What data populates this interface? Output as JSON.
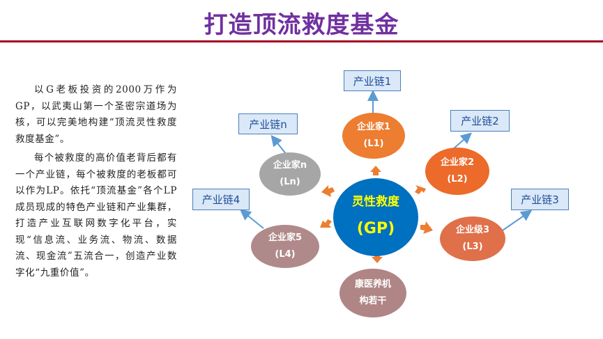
{
  "title": "打造顶流救度基金",
  "description": {
    "paragraph1": "以G老板投资的2000万作为GP，以武夷山第一个圣密宗道场为核，可以完美地构建“顶流灵性救度救度基金”。",
    "paragraph2": "每个被救度的高价值老背后都有一个产业链，每个被救度的老板都可以作为LP。依托“顶流基金”各个LP成员现成的特色产业链和产业集群，打造产业互联网数字化平台，实现“信息流、业务流、物流、数据流、现金流”五流合一，创造产业数字化“九重价值”。"
  },
  "center": {
    "line1": "灵性救度",
    "line2": "(GP)",
    "color": "#0070c0"
  },
  "nodes": {
    "l1": {
      "line1": "企业家1",
      "line2": "(L1)",
      "color": "#ed7d31"
    },
    "l2": {
      "line1": "企业家2",
      "line2": "(L2)",
      "color": "#ec6a2a"
    },
    "l3": {
      "line1": "企业级3",
      "line2": "(L3)",
      "color": "#e0704a"
    },
    "l4": {
      "line1": "企业家5",
      "line2": "(L4)",
      "color": "#b08a8a"
    },
    "ln": {
      "line1": "企业家n",
      "line2": "(Ln)",
      "color": "#a6a6a6"
    },
    "inst": {
      "line1": "康医养机",
      "line2": "构若干",
      "color": "#b08585"
    }
  },
  "chains": {
    "c1": "产业链1",
    "c2": "产业链2",
    "c3": "产业链3",
    "c4": "产业链4",
    "cn": "产业链n"
  },
  "colors": {
    "title": "#7030a0",
    "rule": "#a50021",
    "chain_border": "#4a7ebb",
    "chain_fill": "#dae8f8",
    "arrow_orange": "#ed7d31",
    "arrow_blue": "#5b9bd5"
  }
}
